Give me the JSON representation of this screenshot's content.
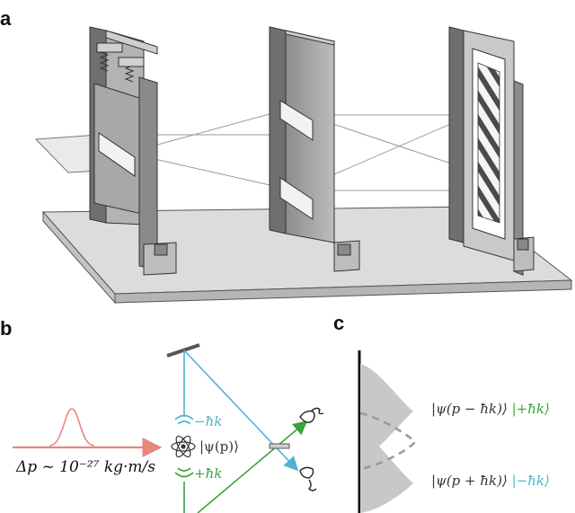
{
  "panels": {
    "a": "a",
    "b": "b",
    "c": "c"
  },
  "panel_b": {
    "beam_label": "Δp ~ 10⁻²⁷ kg·m/s",
    "minus_hk": "−ħk",
    "plus_hk": "+ħk",
    "state": "|ψ(p)⟩"
  },
  "panel_c": {
    "upper_state": "|ψ(p − ħk)⟩",
    "upper_ket": "|+ħk⟩",
    "lower_state": "|ψ(p + ħk)⟩",
    "lower_ket": "|−ħk⟩"
  },
  "colors": {
    "pink": "#e8857f",
    "cyan": "#4fb3cf",
    "green": "#3aa33a",
    "gray_fill": "#c8c8c8",
    "plate": "#9e9e9e"
  }
}
